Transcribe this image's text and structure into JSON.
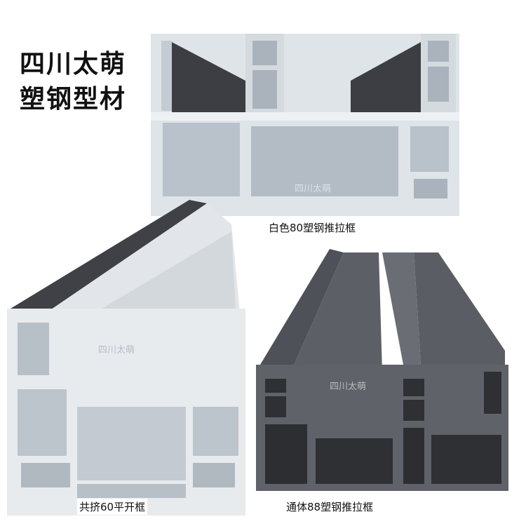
{
  "headline": {
    "line1": "四川太萌",
    "line2": "塑钢型材"
  },
  "products": [
    {
      "caption": "白色80塑钢推拉框",
      "watermark": "四川太萌"
    },
    {
      "caption": "共挤60平开框",
      "watermark": "四川太萌"
    },
    {
      "caption": "通体88塑钢推拉框",
      "watermark": "四川太萌"
    }
  ],
  "colors": {
    "white_profile": "#e4e8ec",
    "shadow": "#4a4c52",
    "grey_profile": "#5a5d63",
    "dark_grey": "#3a3c40"
  }
}
